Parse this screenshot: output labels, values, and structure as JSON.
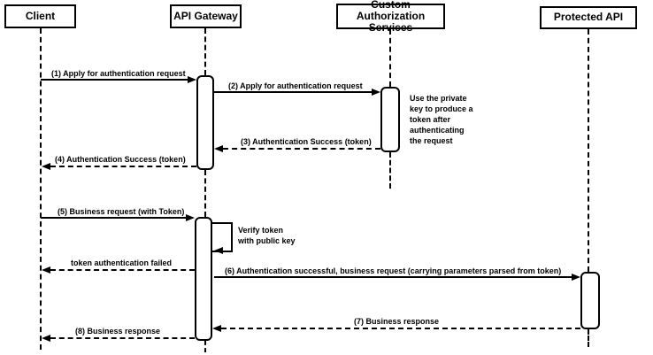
{
  "participants": [
    {
      "label": "Client"
    },
    {
      "label": "API Gateway"
    },
    {
      "label": "Custom Authorization\nServices"
    },
    {
      "label": "Protected API"
    }
  ],
  "messages": [
    {
      "label": "(1) Apply for authentication request",
      "from": "Client",
      "to": "API Gateway",
      "line": "solid"
    },
    {
      "label": "(2) Apply for authentication request",
      "from": "API Gateway",
      "to": "Custom Authorization Services",
      "line": "solid"
    },
    {
      "label": "(3) Authentication Success (token)",
      "from": "Custom Authorization Services",
      "to": "API Gateway",
      "line": "dashed"
    },
    {
      "label": "(4) Authentication Success (token)",
      "from": "API Gateway",
      "to": "Client",
      "line": "dashed"
    },
    {
      "label": "(5) Business request (with Token)",
      "from": "Client",
      "to": "API Gateway",
      "line": "solid"
    },
    {
      "label": "Verify token\nwith public key",
      "from": "API Gateway",
      "to": "API Gateway",
      "line": "self"
    },
    {
      "label": "token authentication failed",
      "from": "API Gateway",
      "to": "Client",
      "line": "dashed"
    },
    {
      "label": "(6) Authentication successful, business request (carrying parameters parsed from token)",
      "from": "API Gateway",
      "to": "Protected API",
      "line": "solid"
    },
    {
      "label": "(7) Business response",
      "from": "Protected API",
      "to": "API Gateway",
      "line": "dashed"
    },
    {
      "label": "(8) Business response",
      "from": "API Gateway",
      "to": "Client",
      "line": "dashed"
    }
  ],
  "notes": [
    {
      "label": "Use the private\nkey to produce a\ntoken after\nauthenticating\nthe request",
      "attached_to": "Custom Authorization Services"
    }
  ],
  "colors": {
    "ink": "#000000",
    "background": "#ffffff"
  }
}
